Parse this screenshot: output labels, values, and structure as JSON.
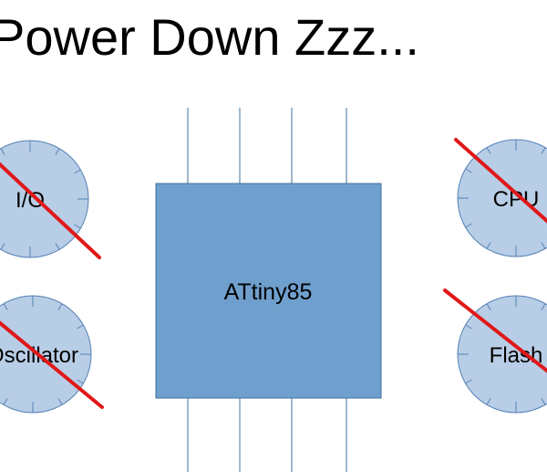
{
  "slide": {
    "title": "Power Down Zzz..."
  },
  "chip": {
    "label": "ATtiny85",
    "fill": "#6f9fcd",
    "stroke": "#41709e"
  },
  "clocks": [
    {
      "id": "io",
      "label": "I/O",
      "status": "disabled"
    },
    {
      "id": "oscillator",
      "label": "Oscillator",
      "status": "disabled"
    },
    {
      "id": "cpu",
      "label": "CPU",
      "status": "disabled"
    },
    {
      "id": "flash",
      "label": "Flash",
      "status": "disabled"
    }
  ],
  "colors": {
    "clock_fill": "#b8cde6",
    "clock_stroke": "#5582b4",
    "cross_line": "#e01818",
    "pin_line": "#41709e"
  }
}
